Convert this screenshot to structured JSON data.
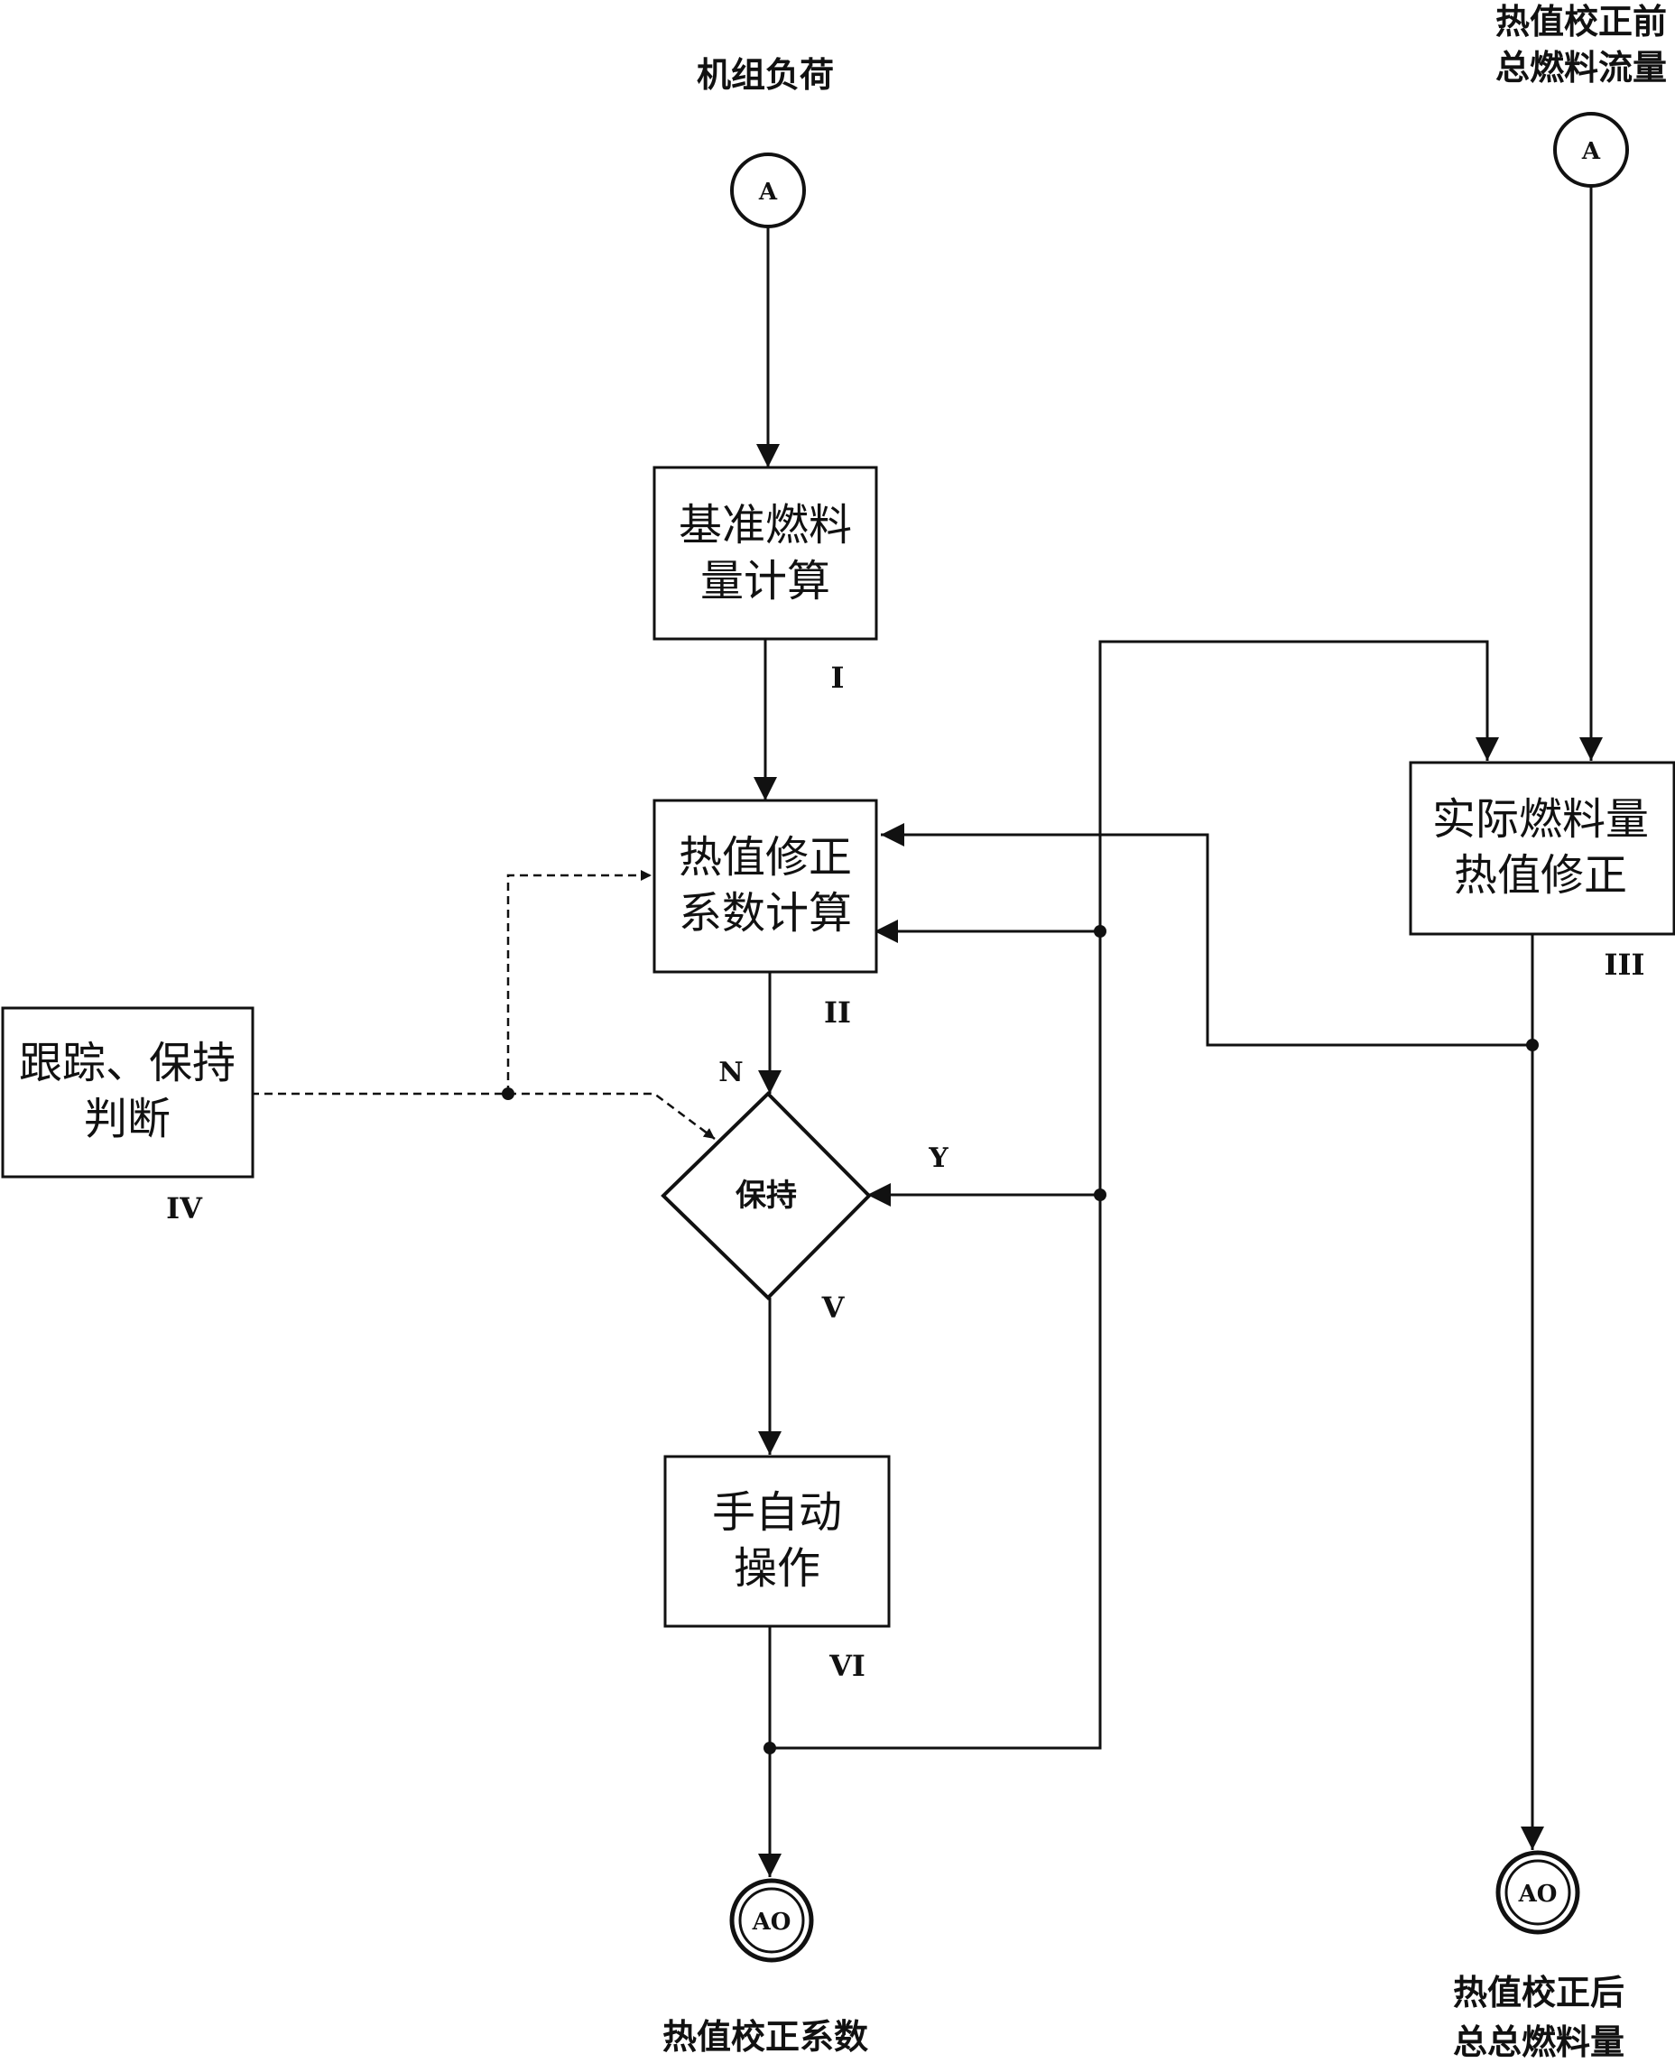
{
  "inputs": {
    "unit_load": {
      "label": "机组负荷",
      "connector": "A"
    },
    "fuel_flow_before": {
      "label_line1": "热值校正前",
      "label_line2": "总燃料流量",
      "connector": "A"
    }
  },
  "blocks": {
    "baseline_fuel": {
      "line1": "基准燃料",
      "line2": "量计算",
      "tag": "I"
    },
    "hv_coeff": {
      "line1": "热值修正",
      "line2": "系数计算",
      "tag": "II"
    },
    "actual_fuel_correction": {
      "line1": "实际燃料量",
      "line2": "热值修正",
      "tag": "III"
    },
    "track_hold": {
      "line1": "跟踪、保持",
      "line2": "判断",
      "tag": "IV"
    },
    "hold_decision": {
      "label": "保持",
      "tag": "V",
      "no_label": "N",
      "yes_label": "Y"
    },
    "manual_auto": {
      "line1": "手自动",
      "line2": "操作",
      "tag": "VI"
    }
  },
  "outputs": {
    "hv_coefficient": {
      "connector": "AO",
      "label": "热值校正系数"
    },
    "fuel_total_after": {
      "connector": "AO",
      "label_line1": "热值校正后",
      "label_line2": "总总燃料量"
    }
  }
}
